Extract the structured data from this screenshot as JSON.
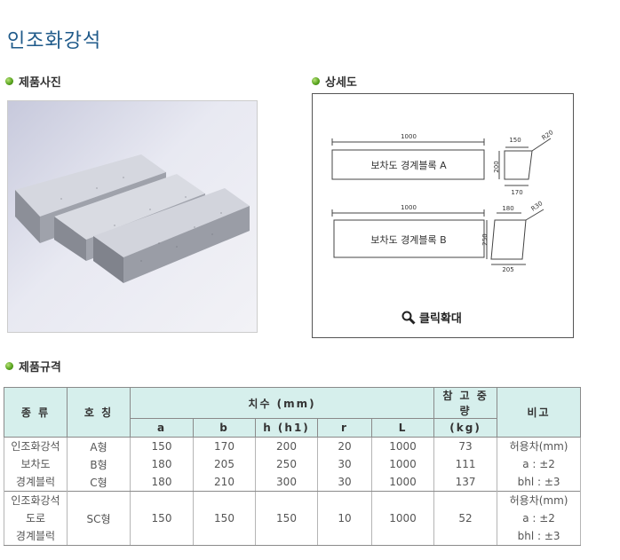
{
  "page_title": "인조화강석",
  "sections": {
    "photo_heading": "제품사진",
    "detail_heading": "상세도",
    "spec_heading": "제품규격"
  },
  "drawing": {
    "a": {
      "length": "1000",
      "label": "보차도 경계블록 A",
      "height": "200",
      "top": "150",
      "bottom": "170",
      "radius": "R20"
    },
    "b": {
      "length": "1000",
      "label": "보차도 경계블록 B",
      "height": "250",
      "top": "180",
      "bottom": "205",
      "radius": "R30"
    },
    "zoom_label": "클릭확대"
  },
  "table": {
    "headers": {
      "type": "종 류",
      "name": "호 칭",
      "dimension": "치수 (mm)",
      "weight": "참 고 중 량",
      "weight_unit": "(kg)",
      "note": "비고",
      "a": "a",
      "b": "b",
      "h": "h (h1)",
      "r": "r",
      "L": "L"
    },
    "group1": {
      "type_lines": [
        "인조화강석",
        "보차도",
        "경계블럭"
      ],
      "note_lines": [
        "허용차(mm)",
        "a : ±2",
        "bhl : ±3"
      ],
      "rows": [
        {
          "name": "A형",
          "a": "150",
          "b": "170",
          "h": "200",
          "r": "20",
          "L": "1000",
          "weight": "73"
        },
        {
          "name": "B형",
          "a": "180",
          "b": "205",
          "h": "250",
          "r": "30",
          "L": "1000",
          "weight": "111"
        },
        {
          "name": "C형",
          "a": "180",
          "b": "210",
          "h": "300",
          "r": "30",
          "L": "1000",
          "weight": "137"
        }
      ]
    },
    "group2": {
      "type_lines": [
        "인조화강석",
        "도로",
        "경계블럭"
      ],
      "note_lines": [
        "허용차(mm)",
        "a : ±2",
        "bhl : ±3"
      ],
      "row": {
        "name": "SC형",
        "a": "150",
        "b": "150",
        "h": "150",
        "r": "10",
        "L": "1000",
        "weight": "52"
      }
    }
  }
}
